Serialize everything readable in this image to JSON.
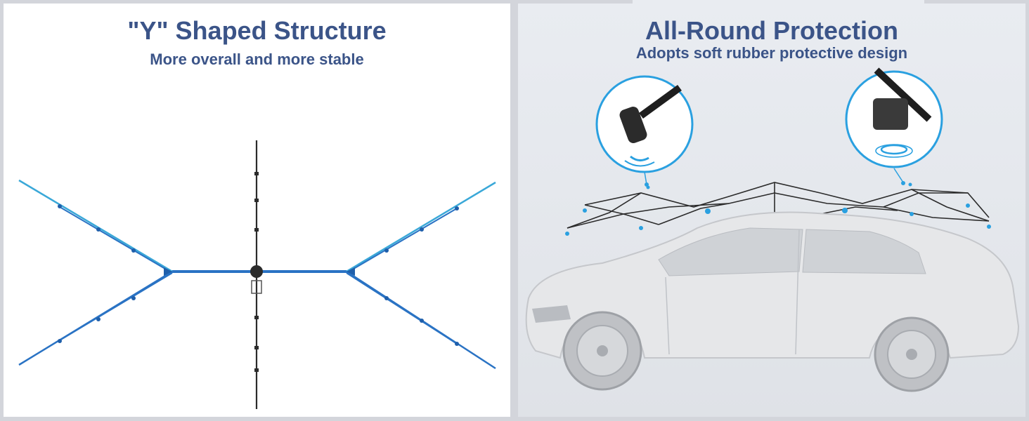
{
  "left_panel": {
    "title": "\"Y\" Shaped Structure",
    "subtitle": "More overall and more stable"
  },
  "right_panel": {
    "title": "All-Round Protection",
    "subtitle": "Adopts soft rubber protective design"
  },
  "colors": {
    "title_color": "#3b5488",
    "frame_blue": "#2a73c4",
    "frame_cyan": "#3aa8d8",
    "pole_dark": "#2b2b2b",
    "highlight_ring": "#2aa0e0",
    "car_body": "#e6e7e9"
  },
  "icons": [
    "y-frame-diagram",
    "canopy-frame",
    "car",
    "joint-detail-callout",
    "foot-pad-detail-callout"
  ]
}
